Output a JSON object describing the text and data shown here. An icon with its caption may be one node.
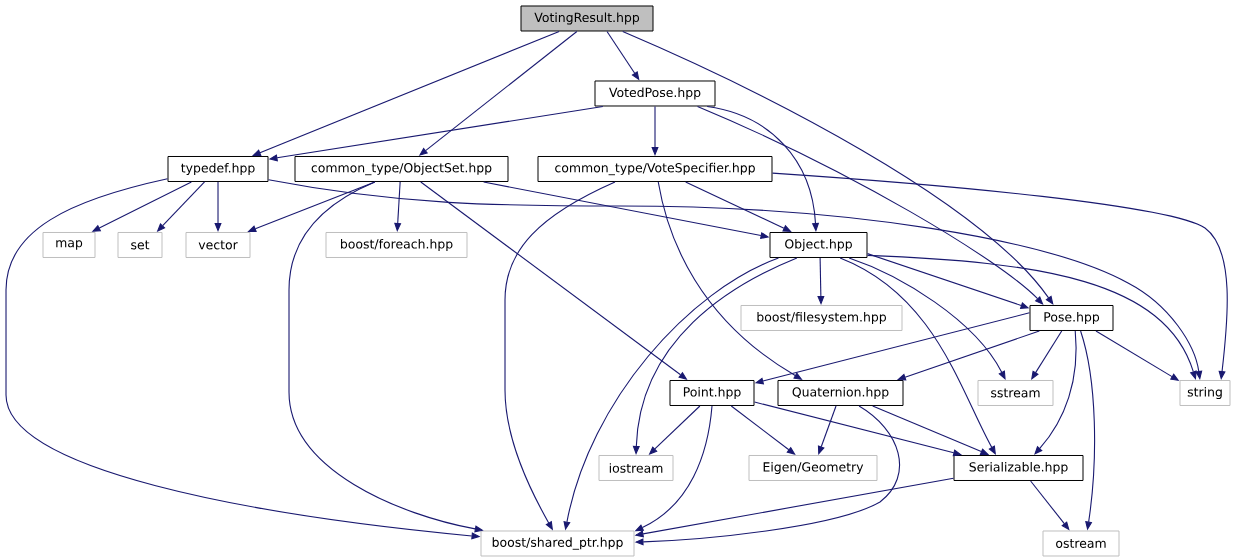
{
  "diagram": {
    "nodes": [
      {
        "text": [
          "VotingResult.hpp"
        ]
      },
      {
        "text": [
          "VotedPose.hpp"
        ]
      },
      {
        "text": [
          "typedef.hpp"
        ]
      },
      {
        "text": [
          "common_type/ObjectSet.hpp"
        ]
      },
      {
        "text": [
          "common_type/VoteSpecifier.hpp"
        ]
      },
      {
        "text": [
          "map"
        ]
      },
      {
        "text": [
          "set"
        ]
      },
      {
        "text": [
          "vector"
        ]
      },
      {
        "text": [
          "boost/foreach.hpp"
        ]
      },
      {
        "text": [
          "Object.hpp"
        ]
      },
      {
        "text": [
          "boost/filesystem.hpp"
        ]
      },
      {
        "text": [
          "Pose.hpp"
        ]
      },
      {
        "text": [
          "Point.hpp"
        ]
      },
      {
        "text": [
          "Quaternion.hpp"
        ]
      },
      {
        "text": [
          "sstream"
        ]
      },
      {
        "text": [
          "string"
        ]
      },
      {
        "text": [
          "iostream"
        ]
      },
      {
        "text": [
          "Eigen/Geometry"
        ]
      },
      {
        "text": [
          "Serializable.hpp"
        ]
      },
      {
        "text": [
          "boost/shared_ptr.hpp"
        ]
      },
      {
        "text": [
          "ostream"
        ]
      }
    ],
    "edges": [
      {
        "from": 0,
        "to": 2,
        "arrow": "to"
      },
      {
        "from": 0,
        "to": 3,
        "arrow": "to"
      },
      {
        "from": 0,
        "to": 1,
        "arrow": "to"
      },
      {
        "from": 0,
        "to": 11,
        "arrow": "to"
      },
      {
        "from": 1,
        "to": 2,
        "arrow": "to"
      },
      {
        "from": 1,
        "to": 4,
        "arrow": "to"
      },
      {
        "from": 1,
        "to": 9,
        "arrow": "to"
      },
      {
        "from": 1,
        "to": 11,
        "arrow": "to"
      },
      {
        "from": 2,
        "to": 19,
        "arrow": "to"
      },
      {
        "from": 2,
        "to": 5,
        "arrow": "to"
      },
      {
        "from": 2,
        "to": 6,
        "arrow": "to"
      },
      {
        "from": 2,
        "to": 7,
        "arrow": "to"
      },
      {
        "from": 2,
        "to": 15,
        "arrow": "to"
      },
      {
        "from": 3,
        "to": 7,
        "arrow": "to"
      },
      {
        "from": 3,
        "to": 19,
        "arrow": "to"
      },
      {
        "from": 3,
        "to": 8,
        "arrow": "to"
      },
      {
        "from": 3,
        "to": 12,
        "arrow": "to"
      },
      {
        "from": 3,
        "to": 9,
        "arrow": "to"
      },
      {
        "from": 4,
        "to": 15,
        "arrow": "to"
      },
      {
        "from": 4,
        "to": 9,
        "arrow": "to"
      },
      {
        "from": 4,
        "to": 13,
        "arrow": "to"
      },
      {
        "from": 4,
        "to": 19,
        "arrow": "to"
      },
      {
        "from": 9,
        "to": 19,
        "arrow": "to"
      },
      {
        "from": 9,
        "to": 16,
        "arrow": "to"
      },
      {
        "from": 9,
        "to": 10,
        "arrow": "to"
      },
      {
        "from": 9,
        "to": 11,
        "arrow": "to"
      },
      {
        "from": 9,
        "to": 14,
        "arrow": "to"
      },
      {
        "from": 9,
        "to": 18,
        "arrow": "to"
      },
      {
        "from": 9,
        "to": 15,
        "arrow": "to"
      },
      {
        "from": 11,
        "to": 12,
        "arrow": "to"
      },
      {
        "from": 11,
        "to": 13,
        "arrow": "to"
      },
      {
        "from": 11,
        "to": 14,
        "arrow": "to"
      },
      {
        "from": 11,
        "to": 15,
        "arrow": "to"
      },
      {
        "from": 11,
        "to": 18,
        "arrow": "to"
      },
      {
        "from": 11,
        "to": 20,
        "arrow": "to"
      },
      {
        "from": 12,
        "to": 16,
        "arrow": "to"
      },
      {
        "from": 12,
        "to": 17,
        "arrow": "to"
      },
      {
        "from": 12,
        "to": 18,
        "arrow": "to"
      },
      {
        "from": 12,
        "to": 19,
        "arrow": "to"
      },
      {
        "from": 13,
        "to": 17,
        "arrow": "to"
      },
      {
        "from": 13,
        "to": 18,
        "arrow": "to"
      },
      {
        "from": 13,
        "to": 19,
        "arrow": "to"
      },
      {
        "from": 18,
        "to": 19,
        "arrow": "to"
      },
      {
        "from": 18,
        "to": 20,
        "arrow": "to"
      }
    ]
  }
}
